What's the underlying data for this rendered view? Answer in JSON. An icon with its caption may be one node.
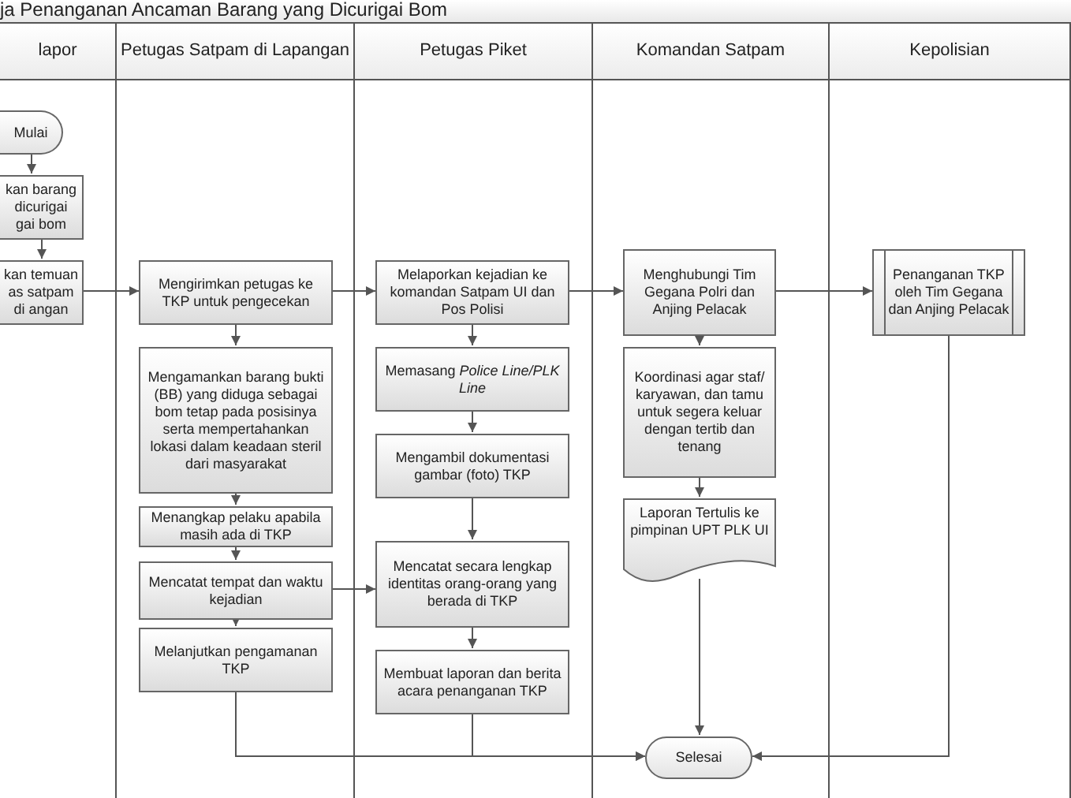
{
  "diagram": {
    "title": "ja Penanganan Ancaman Barang yang Dicurigai Bom",
    "nodes": [
      {
        "text": [
          "lapor"
        ]
      },
      {
        "text": [
          "Mulai"
        ],
        "in": 0
      },
      {
        "text": [
          "kan barang dicurigai gai bom"
        ],
        "in": 0
      },
      {
        "text": [
          "kan temuan as satpam di angan"
        ],
        "in": 0
      },
      {
        "text": [
          "Petugas Satpam di Lapangan"
        ]
      },
      {
        "text": [
          "Mengirimkan petugas ke TKP untuk pengecekan"
        ],
        "in": 4
      },
      {
        "text": [
          "Mengamankan barang bukti (BB) yang diduga sebagai bom tetap pada posisinya serta mempertahankan lokasi dalam keadaan steril dari masyarakat"
        ],
        "in": 4
      },
      {
        "text": [
          "Menangkap pelaku apabila masih ada di TKP"
        ],
        "in": 4
      },
      {
        "text": [
          "Mencatat tempat dan waktu kejadian"
        ],
        "in": 4
      },
      {
        "text": [
          "Melanjutkan pengamanan TKP"
        ],
        "in": 4
      },
      {
        "text": [
          "Petugas Piket"
        ]
      },
      {
        "text": [
          "Melaporkan kejadian ke komandan Satpam UI dan Pos Polisi"
        ],
        "in": 10
      },
      {
        "text": [
          "Memasang *Police Line/PLK Line*"
        ],
        "in": 10
      },
      {
        "text": [
          "Mengambil dokumentasi gambar (foto) TKP"
        ],
        "in": 10
      },
      {
        "text": [
          "Mencatat secara lengkap identitas orang-orang yang berada di TKP"
        ],
        "in": 10
      },
      {
        "text": [
          "Membuat laporan dan berita acara penanganan TKP"
        ],
        "in": 10
      },
      {
        "text": [
          "Komandan Satpam"
        ]
      },
      {
        "text": [
          "Menghubungi Tim Gegana Polri dan Anjing Pelacak"
        ],
        "in": 16
      },
      {
        "text": [
          "Koordinasi agar staf/ karyawan, dan tamu untuk segera keluar dengan tertib dan tenang"
        ],
        "in": 16
      },
      {
        "text": [
          "Laporan Tertulis ke pimpinan UPT PLK UI"
        ],
        "in": 16
      },
      {
        "text": [
          "Selesai"
        ],
        "in": 16
      },
      {
        "text": [
          "Kepolisian"
        ]
      },
      {
        "text": [
          "Penanganan TKP oleh Tim Gegana dan Anjing Pelacak"
        ],
        "in": 21
      }
    ],
    "edges": [
      {
        "from": 1,
        "to": 2,
        "arrow": "to"
      },
      {
        "from": 2,
        "to": 3,
        "arrow": "to"
      },
      {
        "from": 3,
        "to": 5,
        "arrow": "to"
      },
      {
        "from": 5,
        "to": 11,
        "arrow": "to"
      },
      {
        "from": 5,
        "to": 6,
        "arrow": "to"
      },
      {
        "from": 6,
        "to": 7,
        "arrow": "to"
      },
      {
        "from": 7,
        "to": 8,
        "arrow": "to"
      },
      {
        "from": 8,
        "to": 9,
        "arrow": "to"
      },
      {
        "from": 8,
        "to": 14,
        "arrow": "to"
      },
      {
        "from": 11,
        "to": 12,
        "arrow": "to"
      },
      {
        "from": 12,
        "to": 13,
        "arrow": "to"
      },
      {
        "from": 13,
        "to": 14,
        "arrow": "to"
      },
      {
        "from": 14,
        "to": 15,
        "arrow": "to"
      },
      {
        "from": 11,
        "to": 17,
        "arrow": "to"
      },
      {
        "from": 17,
        "to": 22,
        "arrow": "to"
      },
      {
        "from": 17,
        "to": 18,
        "arrow": "to"
      },
      {
        "from": 18,
        "to": 19,
        "arrow": "to"
      },
      {
        "from": 19,
        "to": 20,
        "arrow": "to"
      },
      {
        "from": 9,
        "to": 20,
        "arrow": "to"
      },
      {
        "from": 15,
        "to": 20,
        "arrow": "to"
      },
      {
        "from": 22,
        "to": 20,
        "arrow": "to"
      }
    ]
  }
}
